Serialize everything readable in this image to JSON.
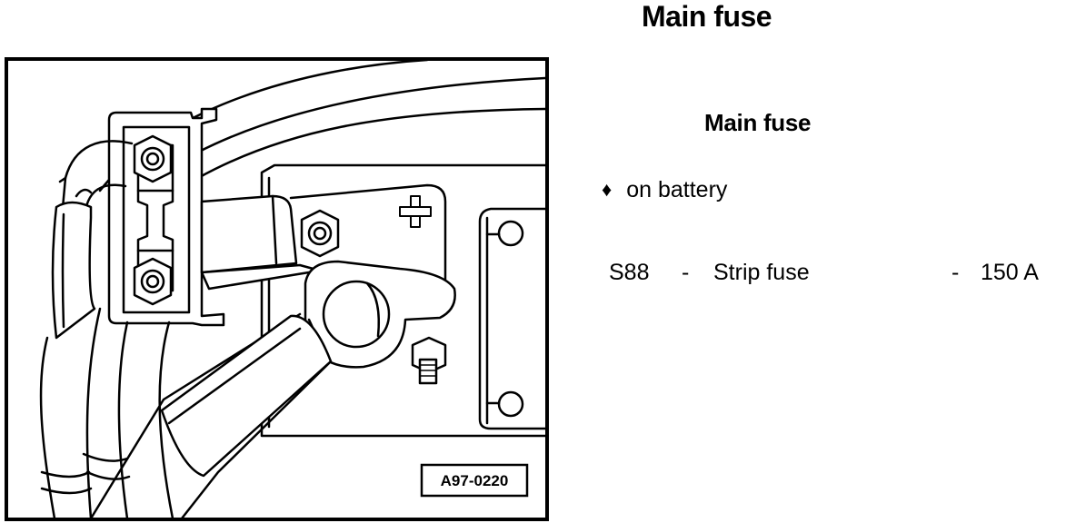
{
  "page": {
    "title": "Main fuse"
  },
  "figure": {
    "label": "A97-0220",
    "plus_symbol": "+"
  },
  "legend": {
    "heading": "Main fuse",
    "bullet_symbol": "♦",
    "bullet_text": "on battery",
    "fuses": [
      {
        "id": "S88",
        "separator": "-",
        "name": "Strip fuse",
        "separator2": "-",
        "rating": "150 A"
      }
    ]
  }
}
